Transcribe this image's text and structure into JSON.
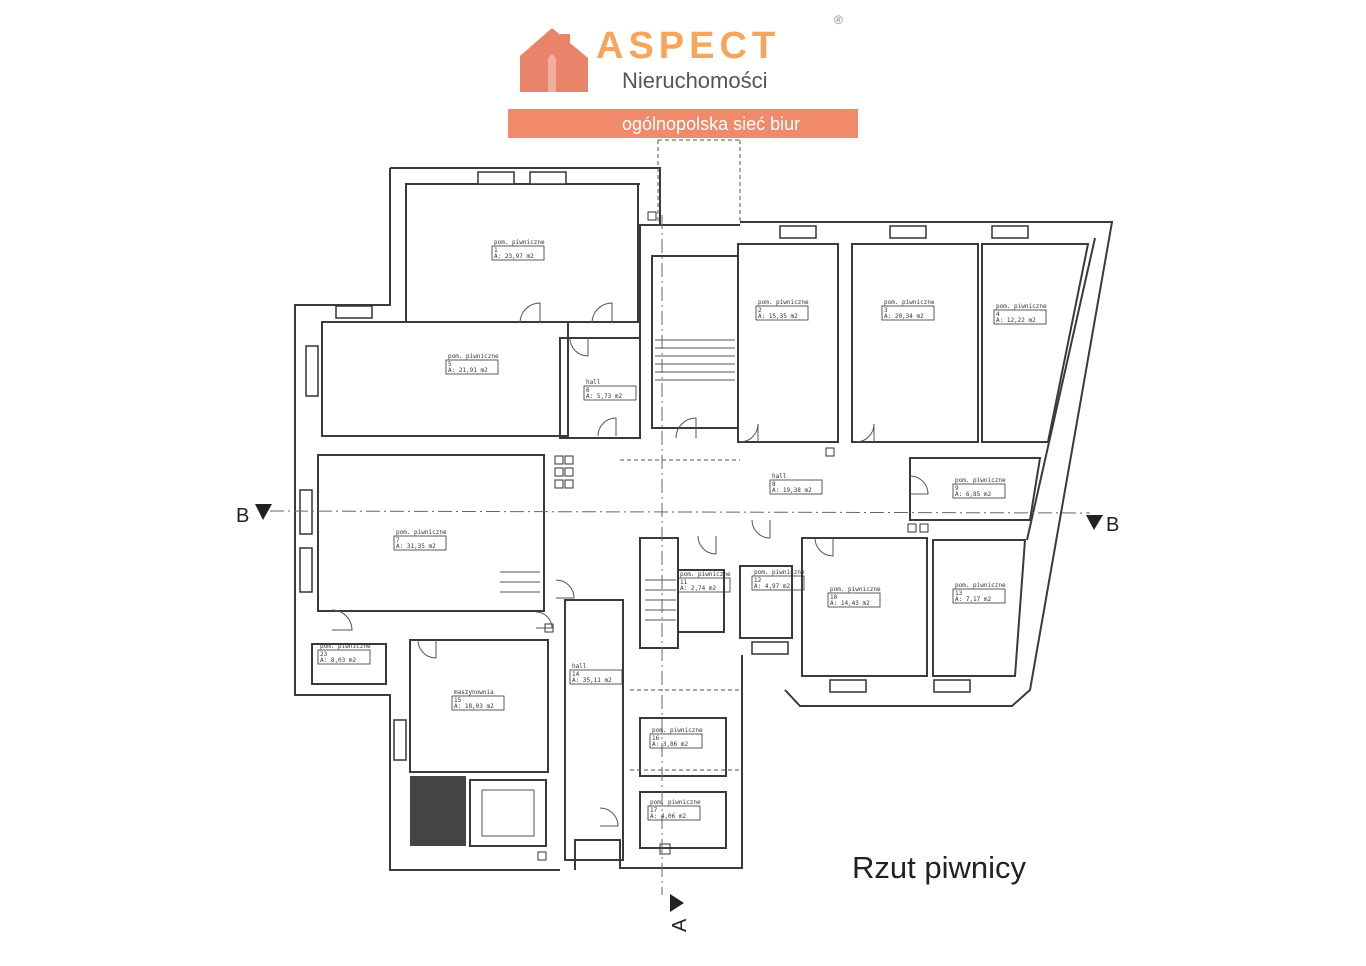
{
  "logo": {
    "brand": "ASPECT",
    "registered": "®",
    "subtitle": "Nieruchomości",
    "tagline": "ogólnopolska sieć biur",
    "brand_color": "#f6a55b",
    "bar_color": "#f08a6a",
    "house_color": "#e9836a"
  },
  "plan_title": "Rzut piwnicy",
  "section_marks": {
    "b_left": "B",
    "b_right": "B",
    "a_bottom": "A"
  },
  "rooms": [
    {
      "name": "pom. piwniczne",
      "no": "1",
      "area": "A: 23,97 m2"
    },
    {
      "name": "pom. piwniczne",
      "no": "2",
      "area": "A: 15,35 m2"
    },
    {
      "name": "pom. piwniczne",
      "no": "3",
      "area": "A: 20,34 m2"
    },
    {
      "name": "pom. piwniczne",
      "no": "4",
      "area": "A: 12,22 m2"
    },
    {
      "name": "pom. piwniczne",
      "no": "5",
      "area": "A: 21,91 m2"
    },
    {
      "name": "hall",
      "no": "6",
      "area": "A: 5,73 m2"
    },
    {
      "name": "pom. piwniczne",
      "no": "7",
      "area": "A: 31,35 m2"
    },
    {
      "name": "hall",
      "no": "8",
      "area": "A: 19,38 m2"
    },
    {
      "name": "pom. piwniczne",
      "no": "9",
      "area": "A: 6,85 m2"
    },
    {
      "name": "pom. piwniczne",
      "no": "10",
      "area": "A: 14,43 m2"
    },
    {
      "name": "pom. piwniczne",
      "no": "11",
      "area": "A: 2,74 m2"
    },
    {
      "name": "pom. piwniczne",
      "no": "12",
      "area": "A: 4,97 m2"
    },
    {
      "name": "pom. piwniczne",
      "no": "13",
      "area": "A: 7,17 m2"
    },
    {
      "name": "hall",
      "no": "14",
      "area": "A: 35,11 m2"
    },
    {
      "name": "maszynownia",
      "no": "15",
      "area": "A: 18,03 m2"
    },
    {
      "name": "pom. piwniczne",
      "no": "16",
      "area": "A: 3,86 m2"
    },
    {
      "name": "pom. piwniczne",
      "no": "17",
      "area": "A: 4,06 m2"
    },
    {
      "name": "pom. piwniczne",
      "no": "23",
      "area": "A: 8,03 m2"
    }
  ]
}
